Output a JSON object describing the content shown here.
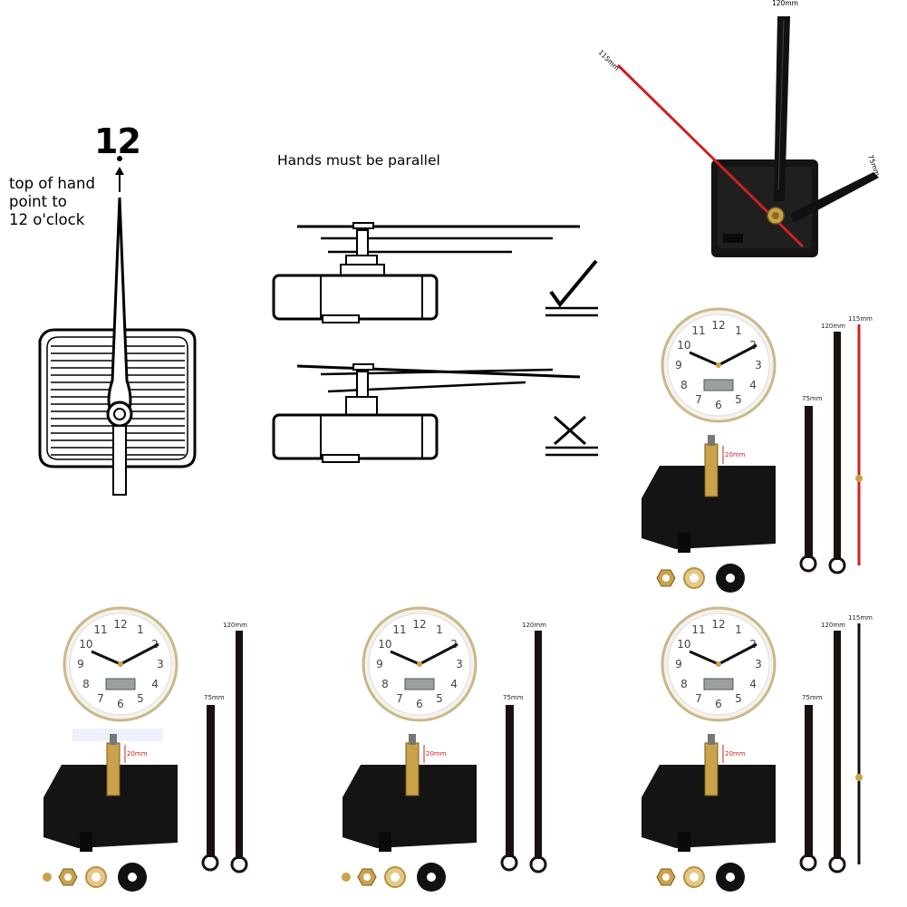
{
  "diagram": {
    "twelve_label": "12",
    "instruction_lines": [
      "top of hand",
      "point to",
      "12 o'clock"
    ],
    "parallel_title": "Hands must be parallel",
    "correct_mark": "✓",
    "wrong_mark": "✗"
  },
  "top_product": {
    "hand_labels": {
      "long": "120mm",
      "second": "115mm",
      "short": "75mm"
    }
  },
  "panels": [
    {
      "clock_numerals": [
        "12",
        "1",
        "2",
        "3",
        "4",
        "5",
        "6",
        "7",
        "8",
        "9",
        "10",
        "11"
      ],
      "hand_labels": [
        "120mm",
        "115mm",
        "75mm"
      ],
      "shaft_label": "20mm"
    },
    {
      "clock_numerals": [
        "12",
        "1",
        "2",
        "3",
        "4",
        "5",
        "6",
        "7",
        "8",
        "9",
        "10",
        "11"
      ],
      "hand_labels": [
        "120mm",
        "75mm"
      ],
      "shaft_label": "20mm"
    },
    {
      "clock_numerals": [
        "12",
        "1",
        "2",
        "3",
        "4",
        "5",
        "6",
        "7",
        "8",
        "9",
        "10",
        "11"
      ],
      "hand_labels": [
        "120mm",
        "75mm"
      ],
      "shaft_label": "20mm"
    },
    {
      "clock_numerals": [
        "12",
        "1",
        "2",
        "3",
        "4",
        "5",
        "6",
        "7",
        "8",
        "9",
        "10",
        "11"
      ],
      "hand_labels": [
        "120mm",
        "115mm",
        "75mm"
      ],
      "shaft_label": "20mm"
    }
  ],
  "colors": {
    "red_hand": "#cc2222",
    "brass": "#c9a24a",
    "movement": "#141414"
  }
}
